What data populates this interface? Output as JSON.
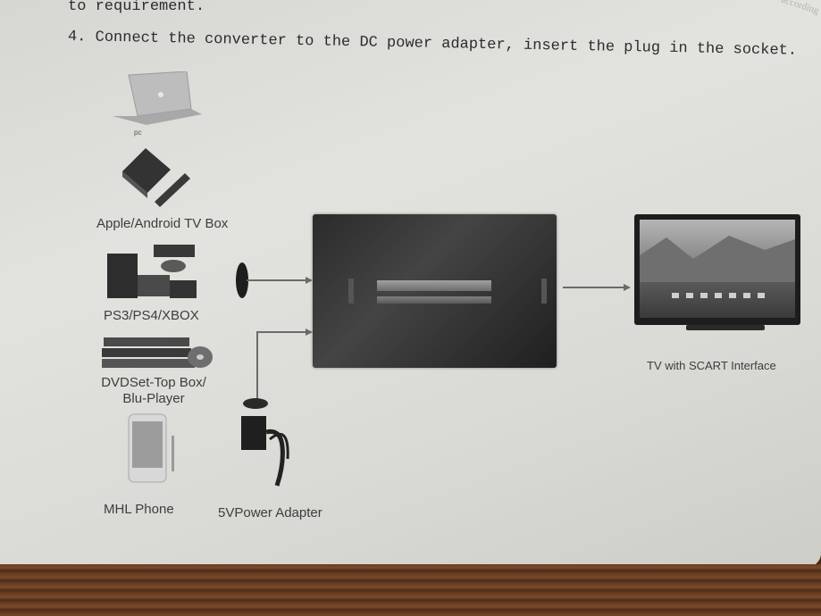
{
  "text_lines": {
    "line1": "to requirement.",
    "line2": "4. Connect the converter to the DC power adapter, insert the plug in the socket.",
    "corner": "according"
  },
  "labels": {
    "pc": "pc",
    "tv_box": "Apple/Android TV Box",
    "consoles": "PS3/PS4/XBOX",
    "dvd": "DVDSet-Top Box/ Blu-Player",
    "mhl_phone": "MHL Phone",
    "power_adapter": "5VPower Adapter",
    "tv": "TV with SCART Interface"
  },
  "icons": {
    "laptop": "laptop-icon",
    "tv_box": "tv-box-icon",
    "console": "game-console-icon",
    "dvd": "dvd-player-icon",
    "phone": "phone-icon",
    "adapter": "power-adapter-icon",
    "hdmi_plug": "hdmi-plug-icon",
    "converter": "converter-box",
    "tv": "television-icon"
  },
  "colors": {
    "paper": "#dcdcd8",
    "ink": "#2c2c2c",
    "wood": "#6b3f23"
  }
}
